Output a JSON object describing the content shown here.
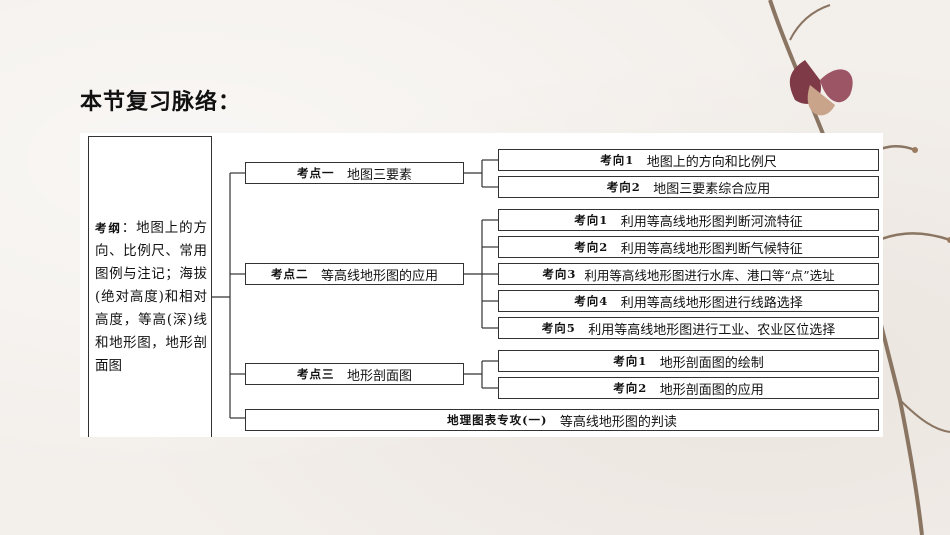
{
  "page": {
    "title": "本节复习脉络："
  },
  "outline": {
    "label": "考纲",
    "text": "：地图上的方向、比例尺、常用图例与注记；海拔(绝对高度)和相对高度，等高(深)线和地形图，地形剖面图"
  },
  "kaodian": [
    {
      "tag": "考点一",
      "title": "地图三要素",
      "directions": [
        {
          "tag": "考向1",
          "text": "地图上的方向和比例尺"
        },
        {
          "tag": "考向2",
          "text": "地图三要素综合应用"
        }
      ]
    },
    {
      "tag": "考点二",
      "title": "等高线地形图的应用",
      "directions": [
        {
          "tag": "考向1",
          "text": "利用等高线地形图判断河流特征"
        },
        {
          "tag": "考向2",
          "text": "利用等高线地形图判断气候特征"
        },
        {
          "tag": "考向3",
          "text": "利用等高线地形图进行水库、港口等“点”选址"
        },
        {
          "tag": "考向4",
          "text": "利用等高线地形图进行线路选择"
        },
        {
          "tag": "考向5",
          "text": "利用等高线地形图进行工业、农业区位选择"
        }
      ]
    },
    {
      "tag": "考点三",
      "title": "地形剖面图",
      "directions": [
        {
          "tag": "考向1",
          "text": "地形剖面图的绘制"
        },
        {
          "tag": "考向2",
          "text": "地形剖面图的应用"
        }
      ]
    }
  ],
  "special": {
    "tag": "地理图表专攻(一)",
    "text": "等高线地形图的判读"
  }
}
